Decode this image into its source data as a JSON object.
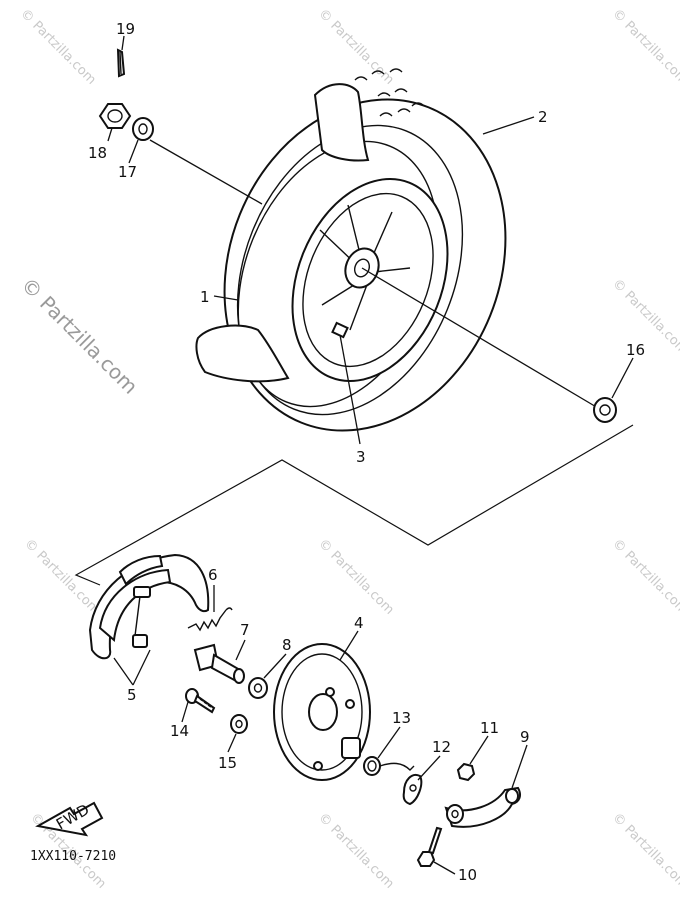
{
  "diagram": {
    "part_code": "1XX110-7210",
    "fwd_label": "FWD",
    "watermark_text": "© Partzilla.com",
    "labels": {
      "p1": "1",
      "p2": "2",
      "p3": "3",
      "p4": "4",
      "p5": "5",
      "p6": "6",
      "p7": "7",
      "p8": "8",
      "p9": "9",
      "p10": "10",
      "p11": "11",
      "p12": "12",
      "p13": "13",
      "p14": "14",
      "p15": "15",
      "p16": "16",
      "p17": "17",
      "p18": "18",
      "p19": "19"
    }
  }
}
